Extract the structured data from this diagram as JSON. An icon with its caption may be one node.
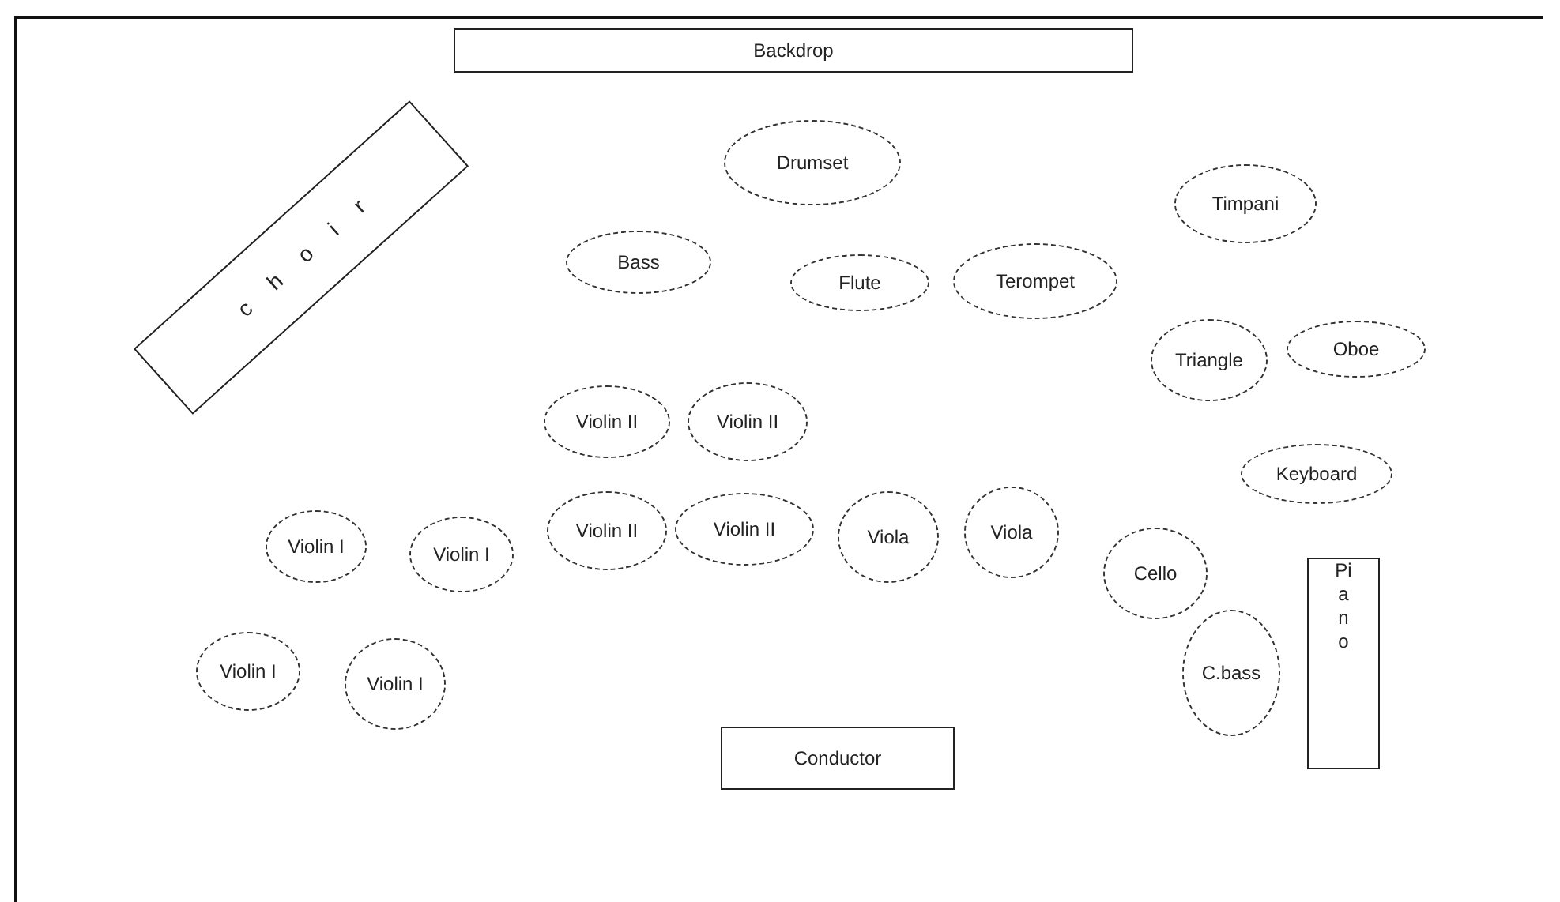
{
  "diagram": {
    "nodes": [
      {
        "text": [
          "Backdrop"
        ]
      },
      {
        "text": [
          "choir"
        ]
      },
      {
        "text": [
          "Drumset"
        ]
      },
      {
        "text": [
          "Timpani"
        ]
      },
      {
        "text": [
          "Bass"
        ]
      },
      {
        "text": [
          "Flute"
        ]
      },
      {
        "text": [
          "Terompet"
        ]
      },
      {
        "text": [
          "Triangle"
        ]
      },
      {
        "text": [
          "Oboe"
        ]
      },
      {
        "text": [
          "Violin II"
        ]
      },
      {
        "text": [
          "Violin II"
        ]
      },
      {
        "text": [
          "Keyboard"
        ]
      },
      {
        "text": [
          "Violin I"
        ]
      },
      {
        "text": [
          "Violin I"
        ]
      },
      {
        "text": [
          "Violin II"
        ]
      },
      {
        "text": [
          "Violin II"
        ]
      },
      {
        "text": [
          "Viola"
        ]
      },
      {
        "text": [
          "Viola"
        ]
      },
      {
        "text": [
          "Piano"
        ]
      },
      {
        "text": [
          "Cello"
        ]
      },
      {
        "text": [
          "C.bass"
        ]
      },
      {
        "text": [
          "Violin I"
        ]
      },
      {
        "text": [
          "Violin I"
        ]
      },
      {
        "text": [
          "Conductor"
        ]
      }
    ]
  }
}
